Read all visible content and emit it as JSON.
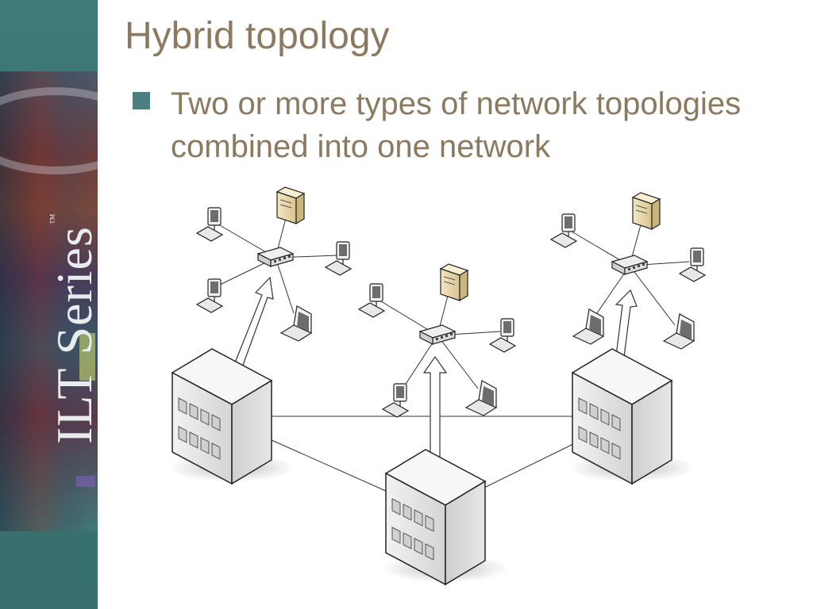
{
  "slide": {
    "title": "Hybrid topology",
    "bullet": "Two or more types of network topologies combined into one network",
    "brand": "ILT Series",
    "brand_mark": "™"
  },
  "colors": {
    "title": "#8b7a5f",
    "bullet": "#4b7f80",
    "sidebar": "#3f7a78"
  }
}
